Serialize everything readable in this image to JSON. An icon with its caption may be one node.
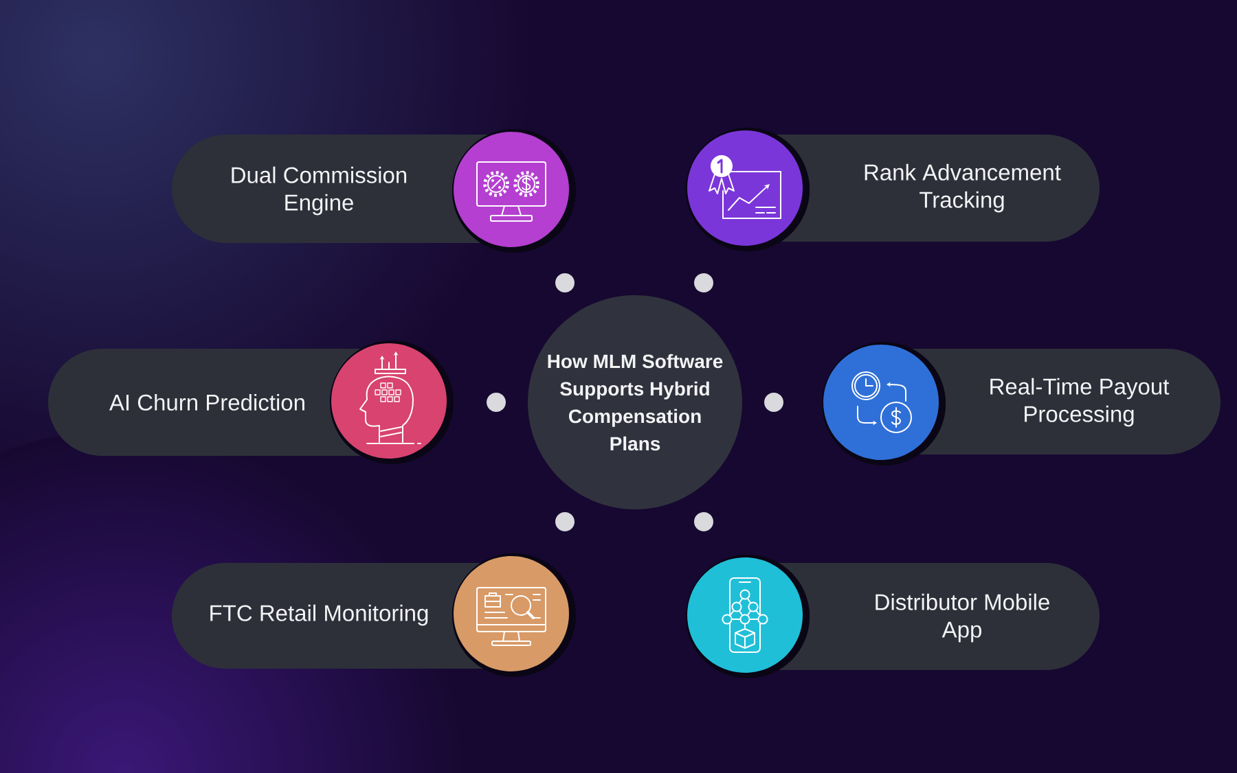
{
  "diagram": {
    "nodes": [
      {
        "text": [
          "How MLM Software Supports Hybrid Compensation Plans"
        ]
      },
      {
        "text": [
          "Dual Commission Engine"
        ]
      },
      {
        "text": [
          "Rank Advancement Tracking"
        ]
      },
      {
        "text": [
          "AI Churn Prediction"
        ]
      },
      {
        "text": [
          "Real-Time Payout Processing"
        ]
      },
      {
        "text": [
          "FTC Retail Monitoring"
        ]
      },
      {
        "text": [
          "Distributor Mobile App"
        ]
      }
    ]
  }
}
